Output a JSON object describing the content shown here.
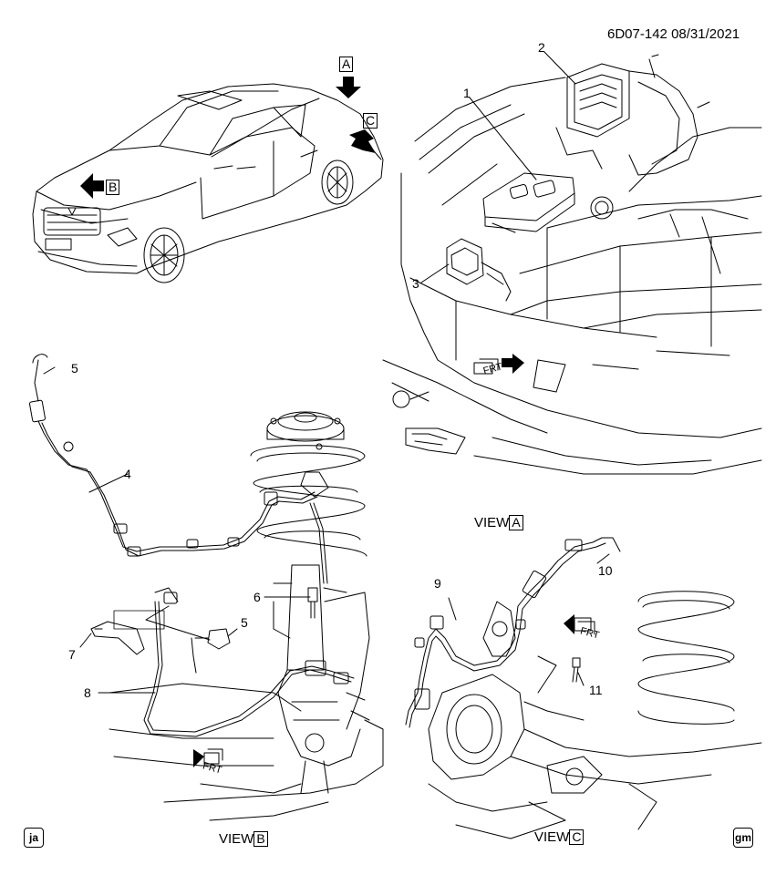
{
  "header": {
    "diagram_id": "6D07-142",
    "date": "08/31/2021"
  },
  "views": {
    "a": {
      "word": "VIEW",
      "letter": "A"
    },
    "b": {
      "word": "VIEW",
      "letter": "B"
    },
    "c": {
      "word": "VIEW",
      "letter": "C"
    }
  },
  "view_arrows": {
    "a": "A",
    "b": "B",
    "c": "C"
  },
  "callouts": [
    "1",
    "2",
    "3",
    "4",
    "5",
    "5",
    "6",
    "7",
    "8",
    "9",
    "10",
    "11"
  ],
  "front_marker": "FRT",
  "footer": {
    "left_badge": "ja",
    "right_badge": "gm"
  }
}
